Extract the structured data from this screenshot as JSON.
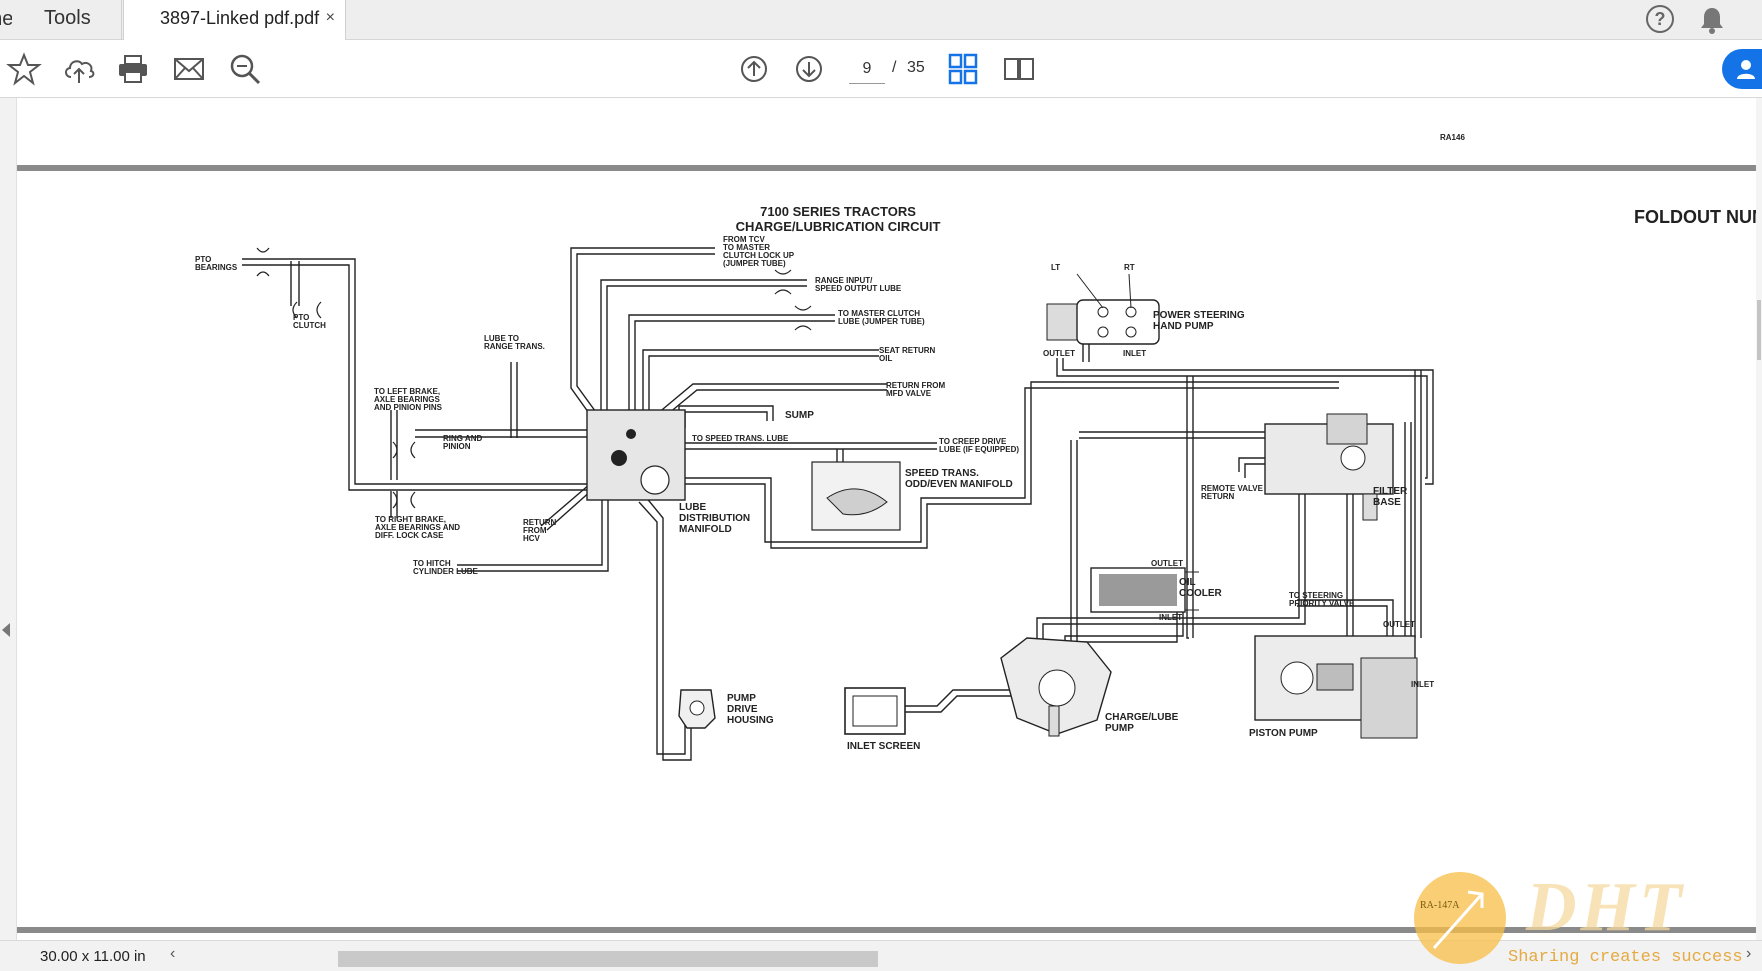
{
  "tabs": {
    "home_label": "Home",
    "tools_label": "Tools",
    "doc_label": "3897-Linked pdf.pdf",
    "close_glyph": "×"
  },
  "header_icons": {
    "help": "help-icon",
    "bell": "bell-icon",
    "help_glyph": "?"
  },
  "toolbar": {
    "icons": [
      "star-icon",
      "cloud-upload-icon",
      "print-icon",
      "mail-icon",
      "zoom-search-icon",
      "page-up-icon",
      "page-down-icon",
      "fit-page-icon",
      "two-page-view-icon",
      "share-user-icon"
    ],
    "current_page": "9",
    "page_separator": "/",
    "total_pages": "35",
    "accent": "#1473e6"
  },
  "document": {
    "top_ref": "RA146",
    "title_line1": "7100 SERIES TRACTORS",
    "title_line2": "CHARGE/LUBRICATION CIRCUIT",
    "foldout": "FOLDOUT NUMB",
    "bottom_ref": "RA-147A",
    "labels": {
      "pto_bearings": [
        "PTO",
        "BEARINGS"
      ],
      "pto_clutch": [
        "PTO",
        "CLUTCH"
      ],
      "lube_range": [
        "LUBE TO",
        "RANGE TRANS."
      ],
      "left_brake": [
        "TO LEFT BRAKE,",
        "AXLE BEARINGS",
        "AND PINION PINS"
      ],
      "ring_pinion": [
        "RING AND",
        "PINION"
      ],
      "right_brake": [
        "TO RIGHT BRAKE,",
        "AXLE BEARINGS AND",
        "DIFF. LOCK CASE"
      ],
      "return_hcv": [
        "RETURN",
        "FROM",
        "HCV"
      ],
      "hitch_lube": [
        "TO HITCH",
        "CYLINDER LUBE"
      ],
      "from_tcv": [
        "FROM TCV",
        "TO MASTER",
        "CLUTCH LOCK UP",
        "(JUMPER TUBE)"
      ],
      "range_input": [
        "RANGE INPUT/",
        "SPEED OUTPUT LUBE"
      ],
      "master_clutch": [
        "TO MASTER CLUTCH",
        "LUBE (JUMPER TUBE)"
      ],
      "seat_return": [
        "SEAT RETURN",
        "OIL"
      ],
      "return_mfd": [
        "RETURN FROM",
        "MFD VALVE"
      ],
      "sump": "SUMP",
      "speed_lube": "TO SPEED TRANS. LUBE",
      "creep_drive": [
        "TO CREEP DRIVE",
        "LUBE (IF EQUIPPED)"
      ],
      "speed_manifold": [
        "SPEED TRANS.",
        "ODD/EVEN MANIFOLD"
      ],
      "lube_manifold": [
        "LUBE",
        "DISTRIBUTION",
        "MANIFOLD"
      ],
      "pump_drive": [
        "PUMP",
        "DRIVE",
        "HOUSING"
      ],
      "lt": "LT",
      "rt": "RT",
      "ps_pump": [
        "POWER STEERING",
        "HAND PUMP"
      ],
      "ps_outlet": "OUTLET",
      "ps_inlet": "INLET",
      "remote_valve": [
        "REMOTE VALVE",
        "RETURN"
      ],
      "filter_base": [
        "FILTER",
        "BASE"
      ],
      "cooler_outlet": "OUTLET",
      "oil_cooler": [
        "OIL",
        "COOLER"
      ],
      "cooler_inlet": "INLET",
      "steering_priority": [
        "TO STEERING",
        "PRIORITY VALVE"
      ],
      "piston_outlet": "OUTLET",
      "piston_inlet": "INLET",
      "piston_pump": "PISTON PUMP",
      "charge_pump": [
        "CHARGE/LUBE",
        "PUMP"
      ],
      "inlet_screen": "INLET SCREEN"
    }
  },
  "statusbar": {
    "page_size": "30.00 x 11.00 in",
    "scroll_left": "‹",
    "scroll_right": "›"
  },
  "watermark": {
    "logo": "DHT",
    "tagline": "Sharing creates success"
  }
}
